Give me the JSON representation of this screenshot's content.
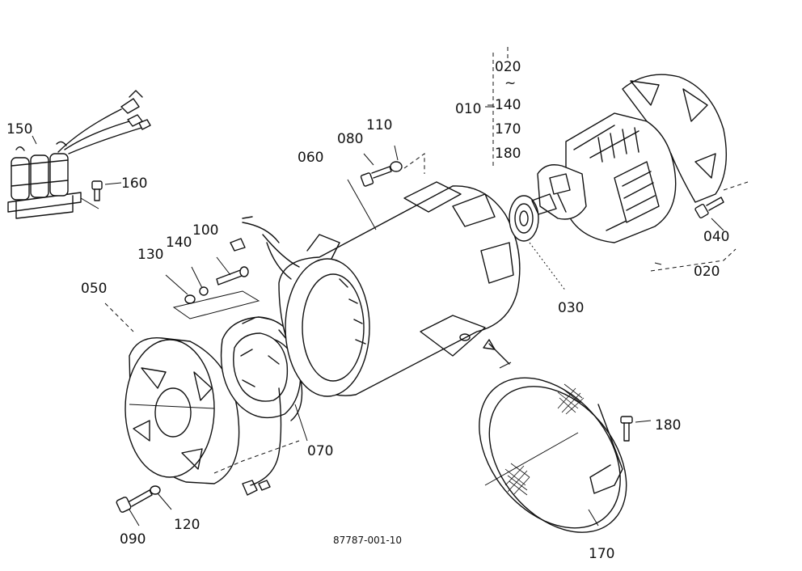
{
  "labels": {
    "p150": "150",
    "p160": "160",
    "p100": "100",
    "p140": "140",
    "p130": "130",
    "p050": "050",
    "p060": "060",
    "p080": "080",
    "p110": "110",
    "p010": "010",
    "p020a": "020",
    "p140b": "140",
    "p170a": "170",
    "p180a": "180",
    "p040": "040",
    "p020b": "020",
    "p030": "030",
    "p070": "070",
    "p180b": "180",
    "p090": "090",
    "p120": "120",
    "p170b": "170",
    "tilde": "~",
    "ref": "87787-001-10"
  }
}
